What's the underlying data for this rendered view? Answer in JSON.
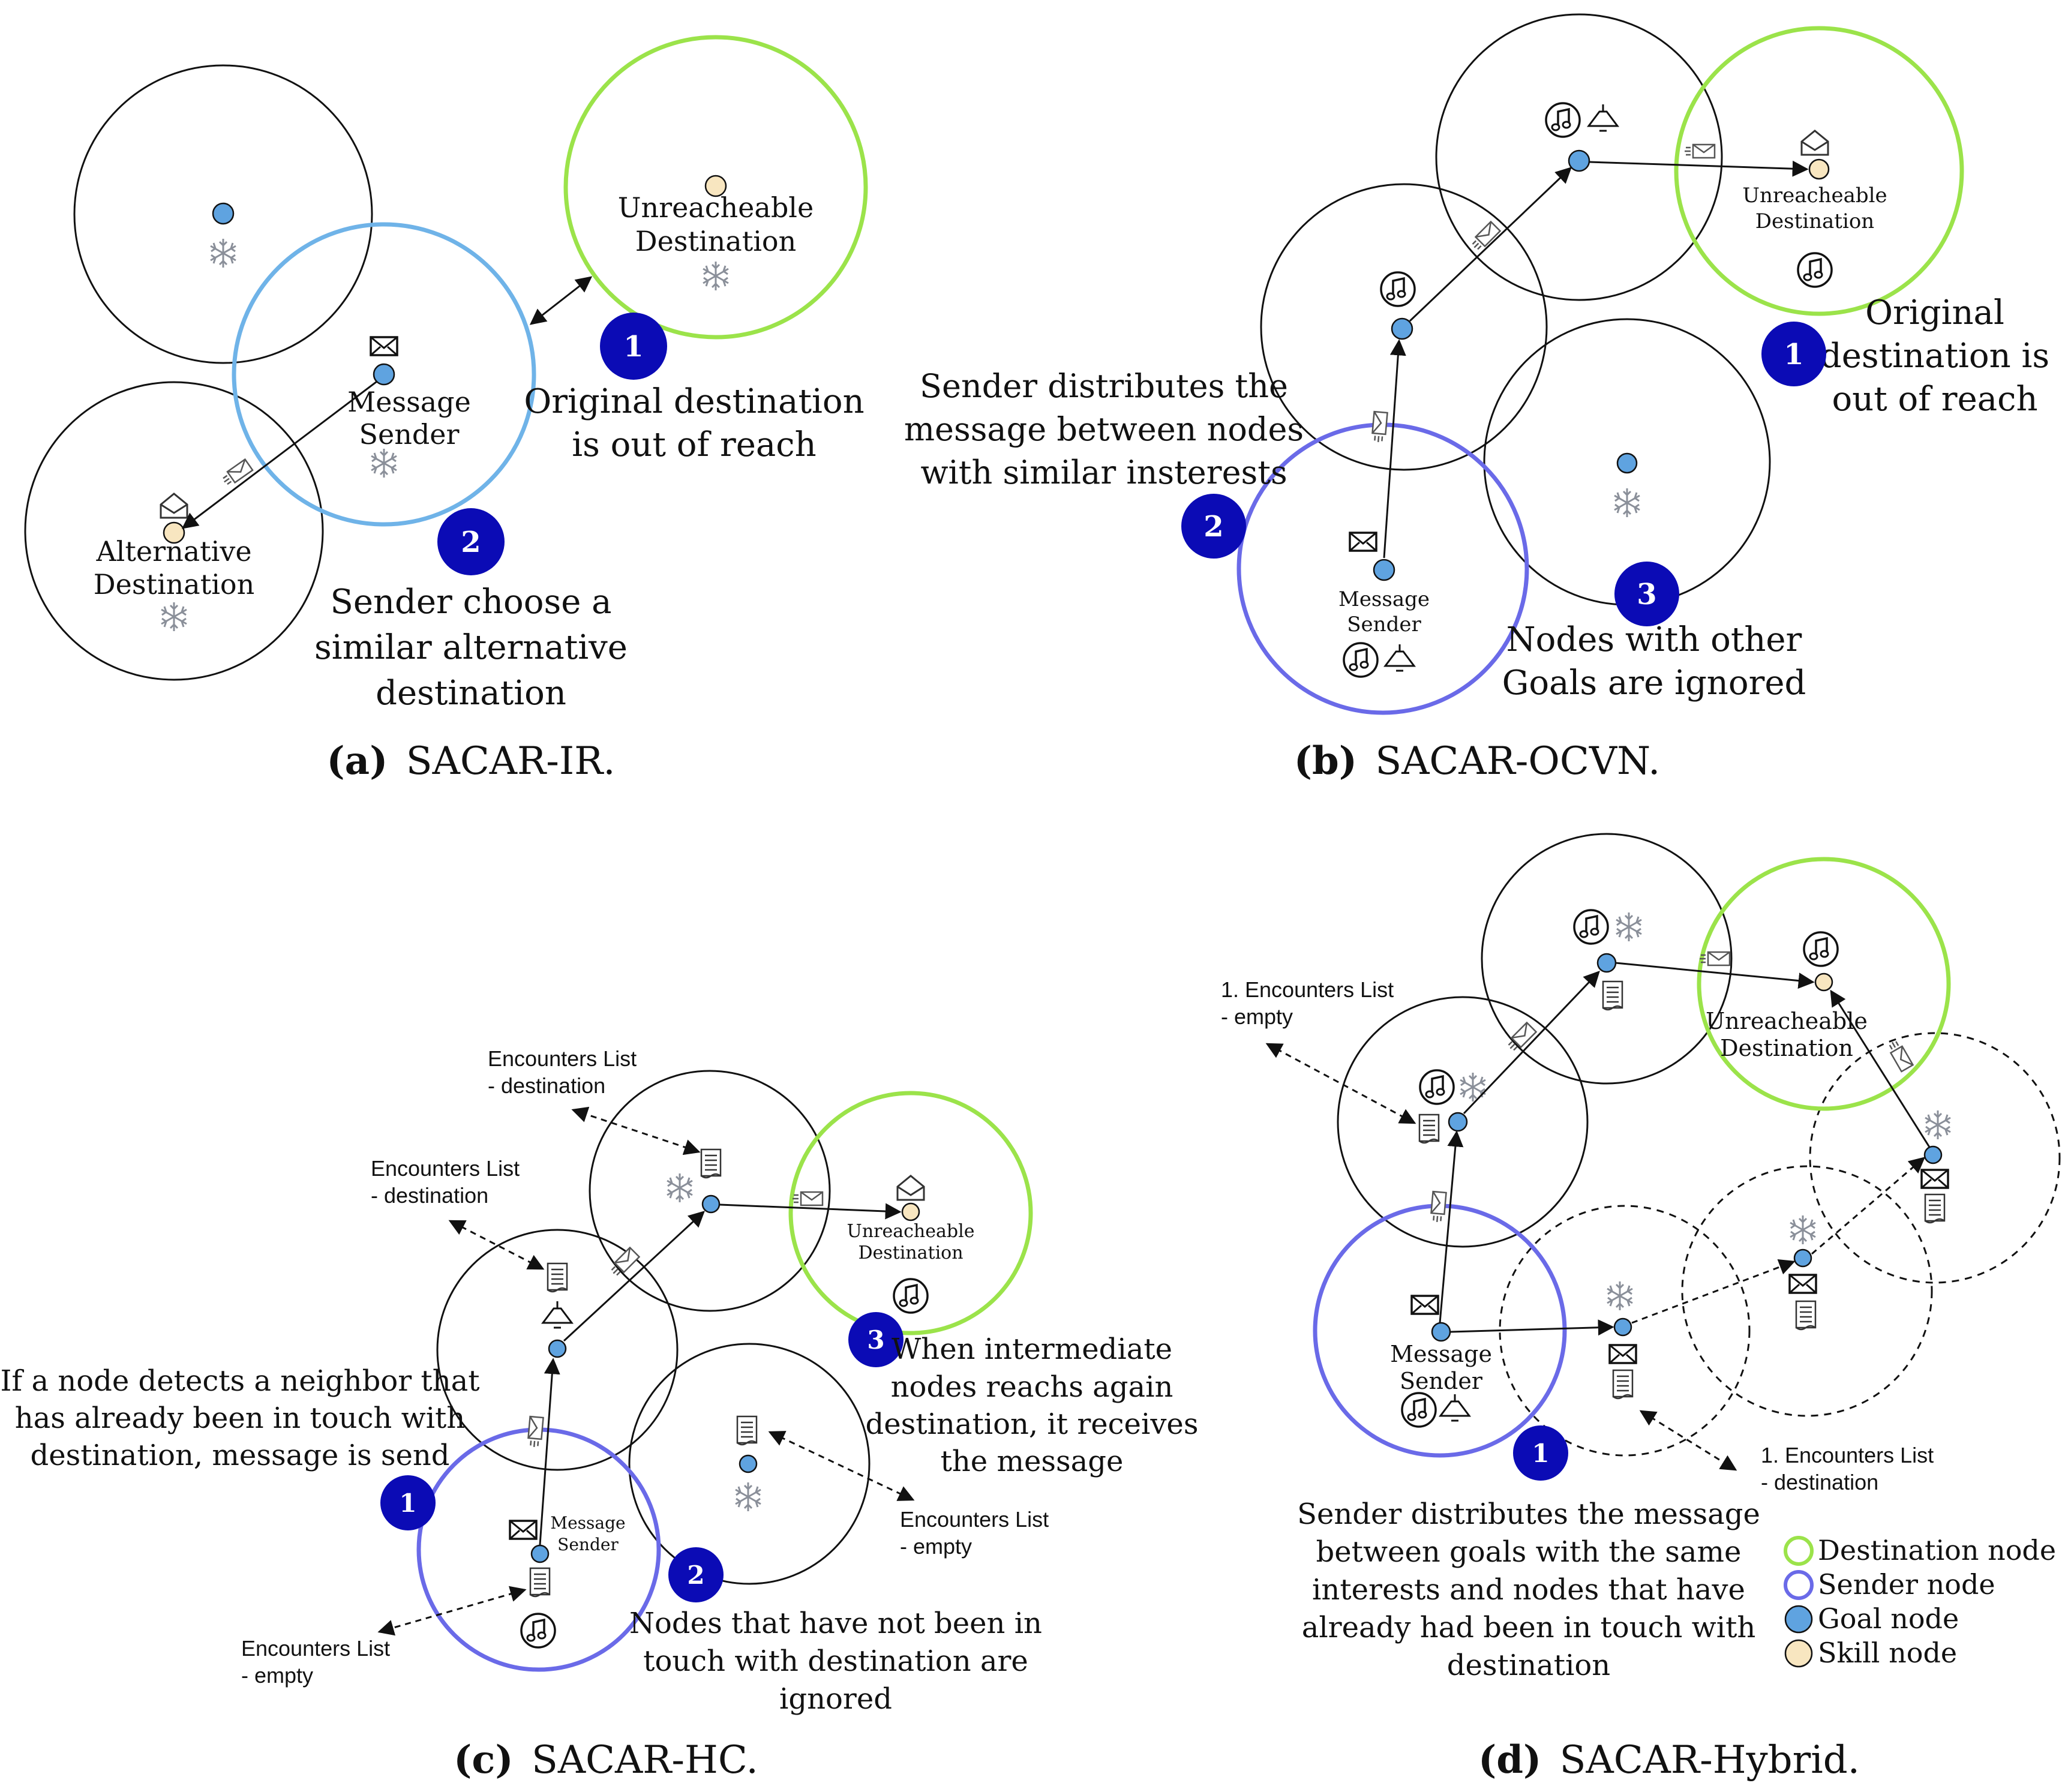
{
  "panels": {
    "a": {
      "caption_letter": "(a)",
      "caption_text": "SACAR-IR.",
      "dest_label_1": "Unreacheable",
      "dest_label_2": "Destination",
      "sender_label_1": "Message",
      "sender_label_2": "Sender",
      "alt_label_1": "Alternative",
      "alt_label_2": "Destination",
      "badge1": "1",
      "note1_l1": "Original destination",
      "note1_l2": "is out of reach",
      "badge2": "2",
      "note2_l1": "Sender choose a",
      "note2_l2": "similar alternative",
      "note2_l3": "destination"
    },
    "b": {
      "caption_letter": "(b)",
      "caption_text": "SACAR-OCVN.",
      "dest_label_1": "Unreacheable",
      "dest_label_2": "Destination",
      "sender_label_1": "Message",
      "sender_label_2": "Sender",
      "badge1": "1",
      "note1_l1": "Original",
      "note1_l2": "destination is",
      "note1_l3": "out of reach",
      "badge2": "2",
      "note2_l1": "Sender distributes the",
      "note2_l2": "message between nodes",
      "note2_l3": "with similar insterests",
      "badge3": "3",
      "note3_l1": "Nodes with other",
      "note3_l2": "Goals are ignored"
    },
    "c": {
      "caption_letter": "(c)",
      "caption_text": "SACAR-HC.",
      "dest_label_1": "Unreacheable",
      "dest_label_2": "Destination",
      "sender_label_1": "Message",
      "sender_label_2": "Sender",
      "enc_top_1": "Encounters List",
      "enc_top_2": "- destination",
      "enc_mid_1": "Encounters List",
      "enc_mid_2": "- destination",
      "enc_right_1": "Encounters List",
      "enc_right_2": "- empty",
      "enc_bottom_1": "Encounters List",
      "enc_bottom_2": "- empty",
      "badge1": "1",
      "note1_l1": "If a node detects a neighbor that",
      "note1_l2": "has already been in touch with",
      "note1_l3": "destination, message is send",
      "badge2": "2",
      "note2_l1": "Nodes that have not been in",
      "note2_l2": "touch with destination are",
      "note2_l3": "ignored",
      "badge3": "3",
      "note3_l1": "When intermediate",
      "note3_l2": "nodes reachs again",
      "note3_l3": "destination, it receives",
      "note3_l4": "the message"
    },
    "d": {
      "caption_letter": "(d)",
      "caption_text": "SACAR-Hybrid.",
      "dest_label_1": "Unreacheable",
      "dest_label_2": "Destination",
      "sender_label_1": "Message",
      "sender_label_2": "Sender",
      "enc_left_1": "1. Encounters List",
      "enc_left_2": "- empty",
      "enc_right_1": "1. Encounters List",
      "enc_right_2": "- destination",
      "badge1": "1",
      "note1_l1": "Sender distributes the message",
      "note1_l2": "between goals with the same",
      "note1_l3": "interests and nodes that have",
      "note1_l4": "already had been in touch with",
      "note1_l5": "destination",
      "legend": [
        "Destination node",
        "Sender node",
        "Goal node",
        "Skill node"
      ]
    }
  },
  "colors": {
    "destination": "#9be34a",
    "sender_a": "#6fb3e8",
    "sender": "#6a6ae8",
    "goal": "#5fa3e0",
    "skill": "#f8e6c0",
    "badge": "#0b0bb5"
  },
  "icons": [
    "snowflake-icon",
    "envelope-icon",
    "open-envelope-icon",
    "music-note-icon",
    "bell-icon",
    "document-icon",
    "flying-envelope-icon"
  ]
}
